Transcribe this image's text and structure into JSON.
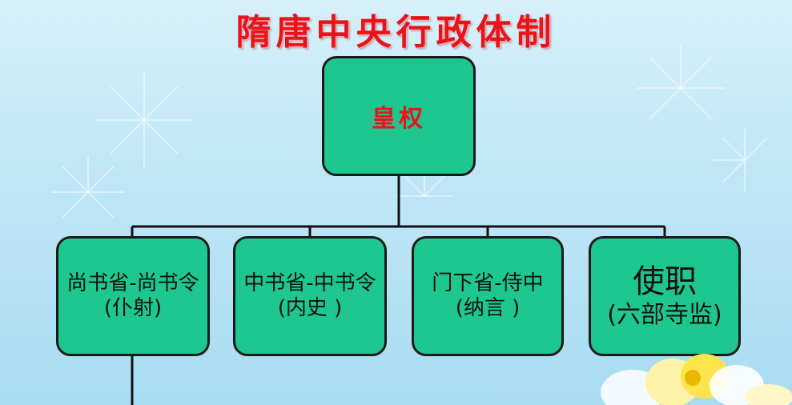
{
  "title": "隋唐中央行政体制",
  "root": {
    "label": "皇权"
  },
  "children": [
    {
      "line1": "尚书省-尚书令",
      "line2": "(仆射)"
    },
    {
      "line1": "中书省-中书令",
      "line2": "(内史 )"
    },
    {
      "line1": "门下省-侍中",
      "line2": "(纳言 )"
    },
    {
      "line1": "使职",
      "line2": "(六部寺监)"
    }
  ],
  "colors": {
    "box_fill": "#1ec790",
    "box_border": "#1a1a1a",
    "title_red": "#e8141c",
    "background": "#bfe6f6"
  }
}
